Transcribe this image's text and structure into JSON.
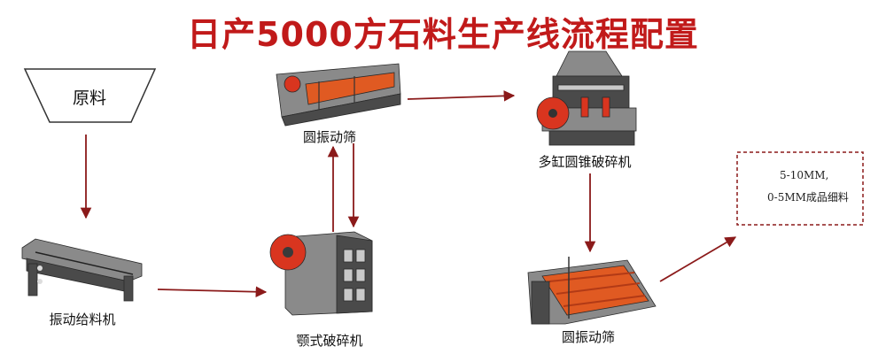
{
  "title": "日产5000方石料生产线流程配置",
  "colors": {
    "title": "#c11a1a",
    "arrow": "#8b1a1a",
    "machine_dark": "#4a4a4a",
    "machine_mid": "#8a8a8a",
    "machine_light": "#c9c9c9",
    "accent_red": "#d9351f",
    "accent_orange": "#e05a22"
  },
  "nodes": {
    "raw_material": {
      "label": "原料",
      "icon": "hopper-icon"
    },
    "vibrating_feeder": {
      "label": "振动给料机",
      "icon": "vibrating-feeder-icon"
    },
    "jaw_crusher": {
      "label": "颚式破碎机",
      "icon": "jaw-crusher-icon"
    },
    "screen_top": {
      "label": "圆振动筛",
      "icon": "vibrating-screen-icon"
    },
    "cone_crusher": {
      "label": "多缸圆锥破碎机",
      "icon": "cone-crusher-icon"
    },
    "screen_bottom": {
      "label": "圆振动筛",
      "icon": "vibrating-screen-icon"
    },
    "product": {
      "line1": "5-10MM,",
      "line2": "0-5MM成品细料"
    }
  }
}
